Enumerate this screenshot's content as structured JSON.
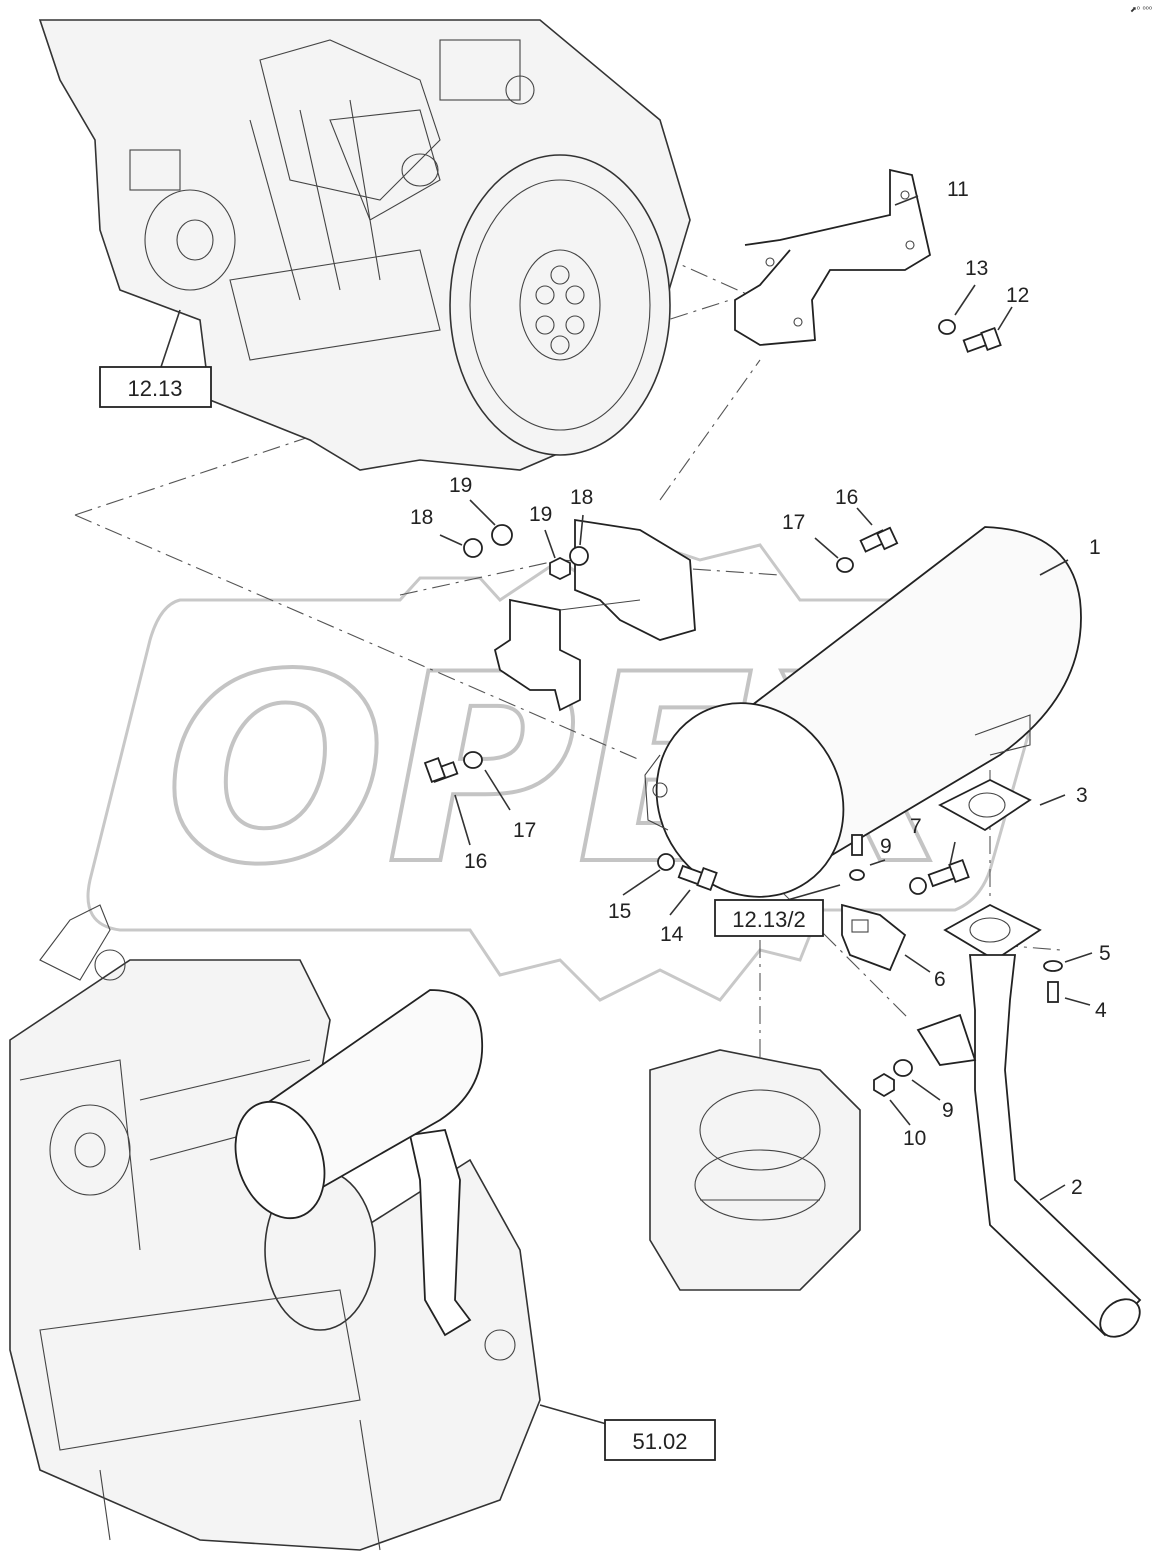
{
  "watermark": {
    "text": "OPEX"
  },
  "corner_mark": "⬈⁰ ⁰⁰⁰",
  "references": [
    "12.13",
    "12.13/2",
    "51.02"
  ],
  "callouts": {
    "c1": "1",
    "c2": "2",
    "c3": "3",
    "c4": "4",
    "c5": "5",
    "c6": "6",
    "c7": "7",
    "c9a": "9",
    "c9b": "9",
    "c10": "10",
    "c11": "11",
    "c12": "12",
    "c13": "13",
    "c14": "14",
    "c15": "15",
    "c16a": "16",
    "c16b": "16",
    "c17a": "17",
    "c17b": "17",
    "c18a": "18",
    "c18b": "18",
    "c19a": "19",
    "c19b": "19"
  }
}
